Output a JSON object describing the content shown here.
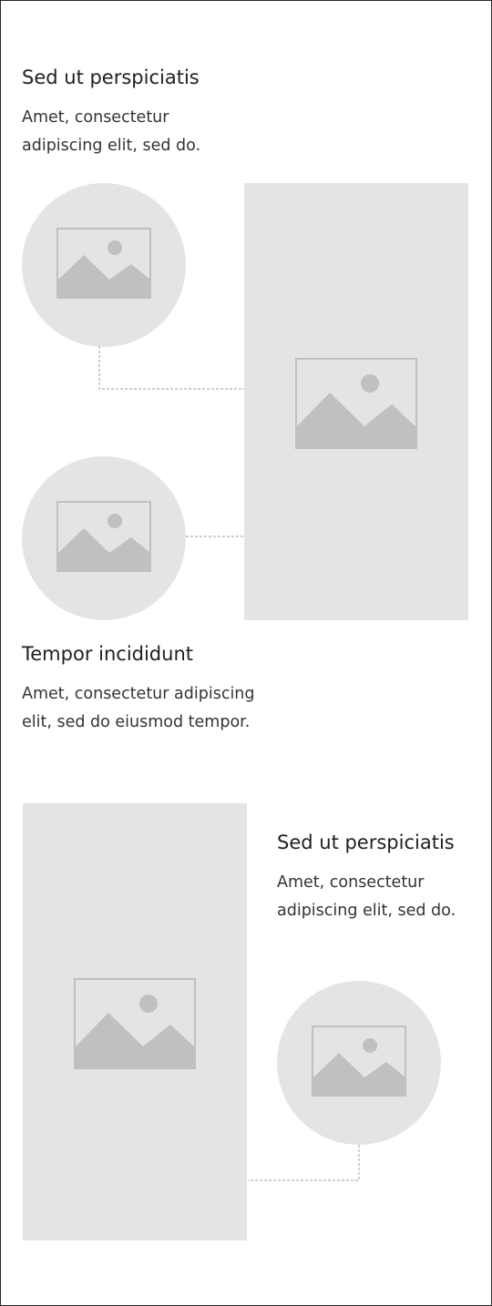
{
  "sections": [
    {
      "title": "Sed ut perspiciatis",
      "body_lines": [
        "Amet, consectetur",
        "adipiscing elit, sed do."
      ]
    },
    {
      "title": "Tempor incididunt",
      "body_lines": [
        "Amet, consectetur adipiscing",
        "elit, sed do eiusmod tempor."
      ]
    },
    {
      "title": "Sed ut perspiciatis",
      "body_lines": [
        "Amet, consectetur",
        "adipiscing elit, sed do."
      ]
    }
  ],
  "icons": {
    "image_placeholder": "image-placeholder-icon"
  },
  "colors": {
    "placeholder_bg": "#e4e4e4",
    "placeholder_icon": "#c0c0c0",
    "connector": "#b0b0b0",
    "frame_border": "#2a2a2a",
    "title_text": "#1f1f1f",
    "body_text": "#333333"
  }
}
